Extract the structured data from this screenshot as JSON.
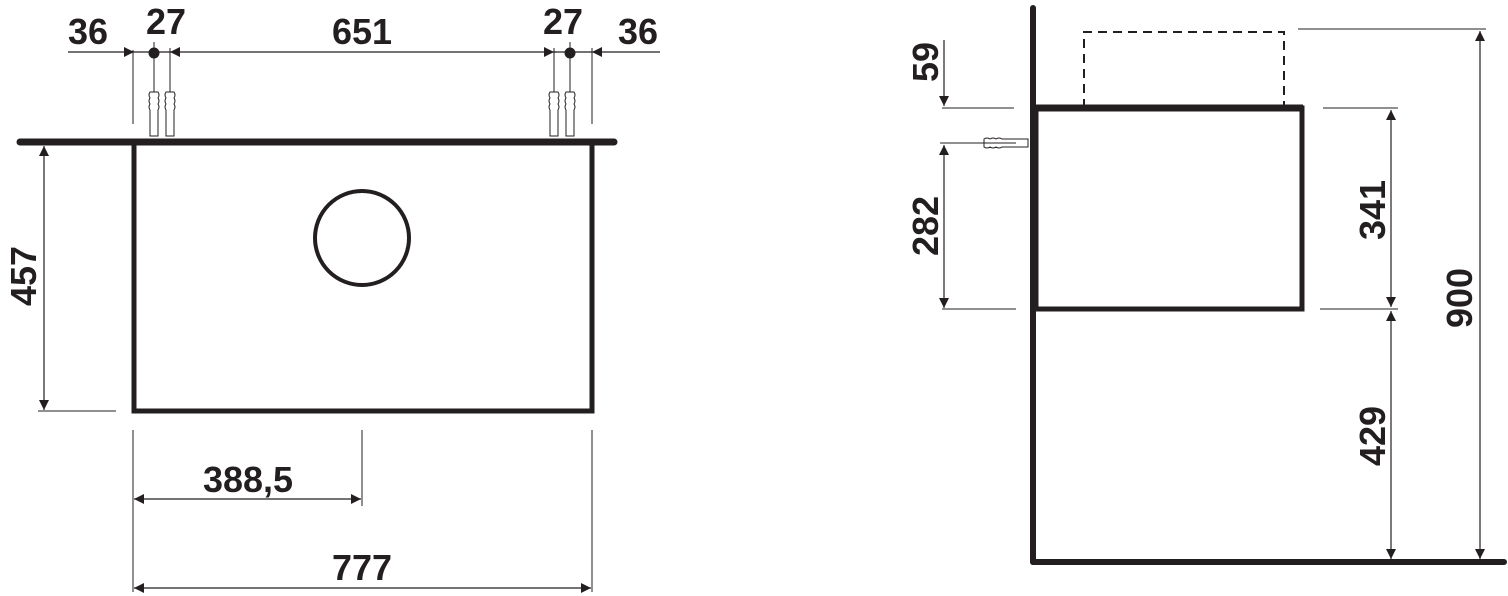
{
  "drawing": {
    "type": "technical-dimension-drawing",
    "units": "mm",
    "front_view": {
      "top_dims": {
        "left_edge": "36",
        "left_screw_spacing": "27",
        "center_span": "651",
        "right_screw_spacing": "27",
        "right_edge": "36"
      },
      "height": "457",
      "center_offset": "388,5",
      "total_width": "777"
    },
    "side_view": {
      "basin_above_top": "59",
      "wall_anchor_height": "282",
      "cabinet_height": "341",
      "floor_to_cabinet": "429",
      "total_height": "900"
    }
  }
}
